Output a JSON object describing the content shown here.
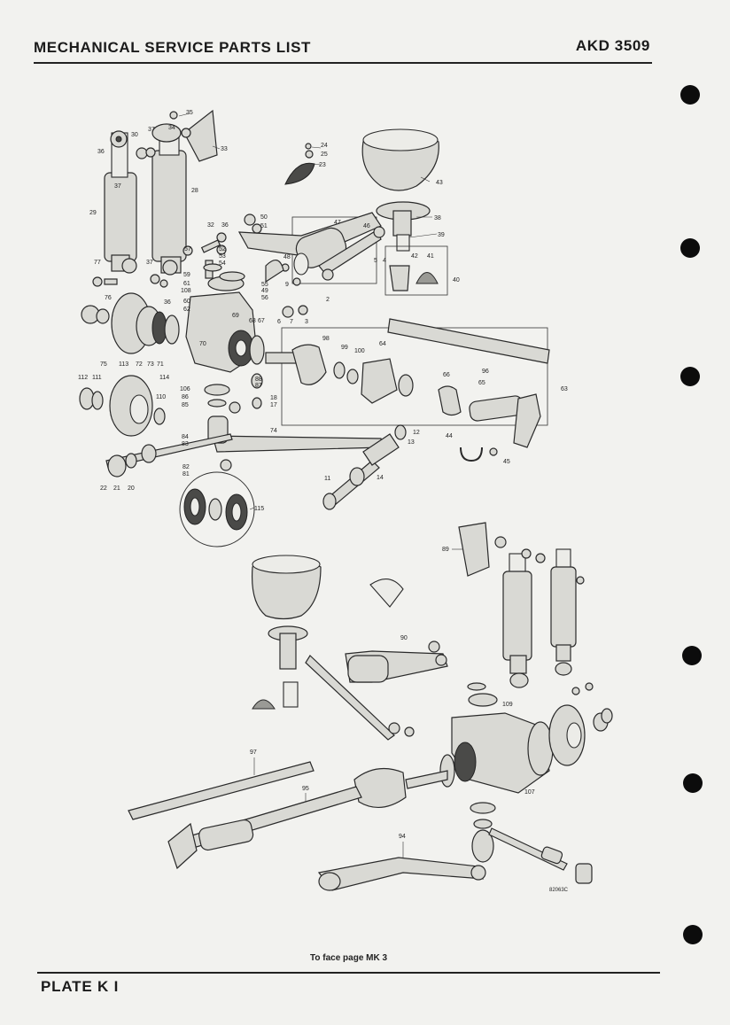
{
  "header": {
    "title": "MECHANICAL SERVICE PARTS LIST",
    "code": "AKD 3509"
  },
  "footer": {
    "plate": "PLATE K I",
    "face_note": "To face page MK 3"
  },
  "diagram": {
    "callouts": [
      "35",
      "33",
      "34",
      "37",
      "30",
      "36",
      "28",
      "29",
      "37",
      "24",
      "25",
      "23",
      "43",
      "38",
      "39",
      "41",
      "42",
      "40",
      "50",
      "51",
      "47",
      "46",
      "32",
      "36",
      "52",
      "53",
      "54",
      "77",
      "37",
      "57",
      "55",
      "59",
      "61",
      "108",
      "60",
      "62",
      "36",
      "49",
      "56",
      "48",
      "7",
      "4",
      "5",
      "3",
      "9",
      "2",
      "6",
      "76",
      "112",
      "111",
      "113",
      "72",
      "73",
      "71",
      "75",
      "70",
      "69",
      "68",
      "67",
      "98",
      "99",
      "100",
      "64",
      "96",
      "66",
      "65",
      "63",
      "114",
      "110",
      "106",
      "86",
      "85",
      "87",
      "88",
      "18",
      "17",
      "84",
      "83",
      "74",
      "12",
      "13",
      "44",
      "45",
      "22",
      "21",
      "20",
      "82",
      "81",
      "11",
      "14",
      "115",
      "89",
      "90",
      "109",
      "97",
      "107",
      "95",
      "94"
    ],
    "drawing_number": "82063C"
  }
}
